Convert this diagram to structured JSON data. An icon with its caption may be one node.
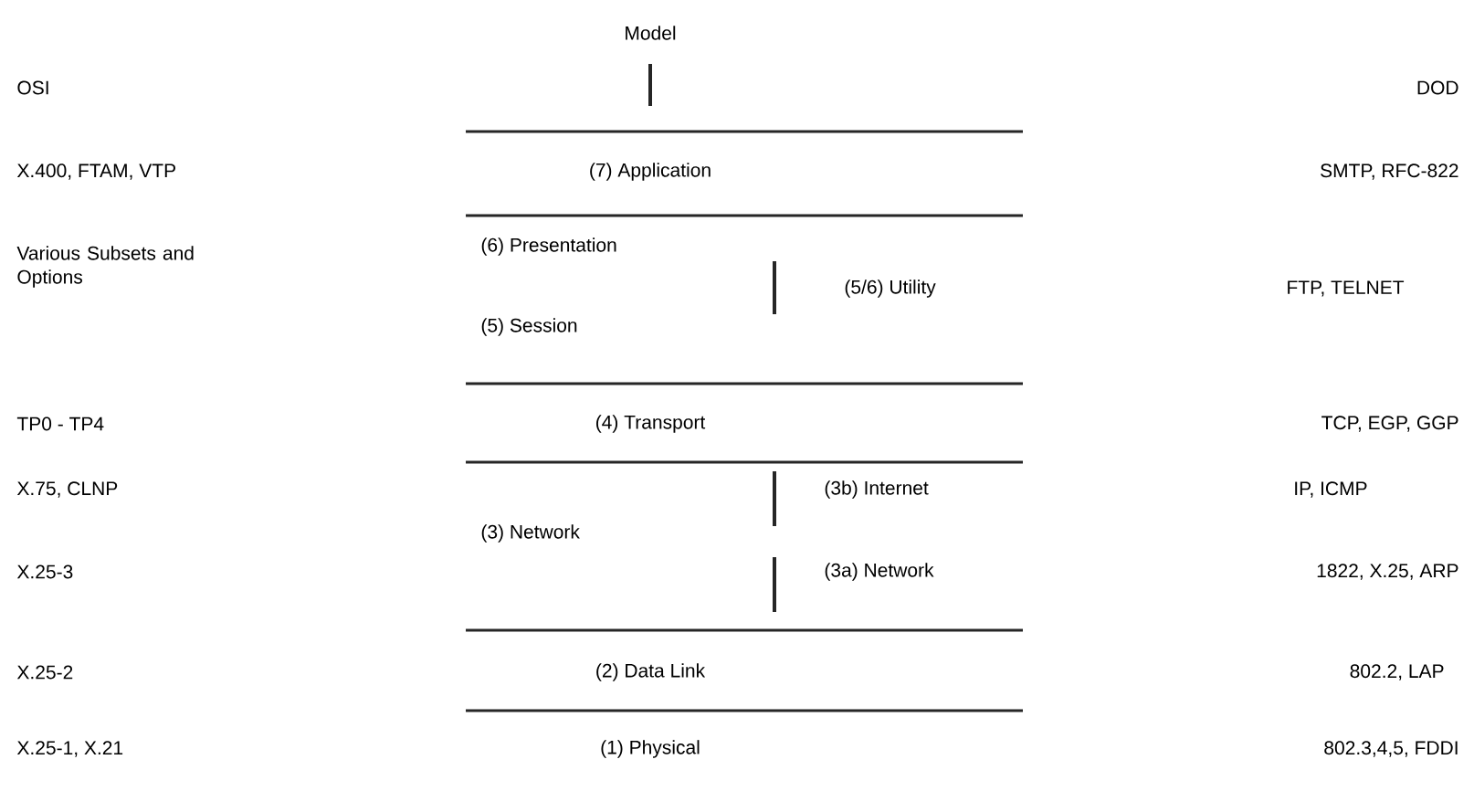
{
  "diagram": {
    "labels": [
      "Model",
      "OSI",
      "DOD",
      "X.400, FTAM, VTP",
      "(7) Application",
      "SMTP, RFC-822",
      "Various Subsets and Options",
      "(6) Presentation",
      "(5/6) Utility",
      "FTP, TELNET",
      "(5) Session",
      "TP0 - TP4",
      "(4) Transport",
      "TCP, EGP, GGP",
      "X.75, CLNP",
      "(3b) Internet",
      "IP, ICMP",
      "(3) Network",
      "X.25-3",
      "(3a) Network",
      "1822, X.25, ARP",
      "X.25-2",
      "(2) Data Link",
      "802.2, LAP",
      "X.25-1, X.21",
      "(1) Physical",
      "802.3,4,5, FDDI"
    ]
  }
}
